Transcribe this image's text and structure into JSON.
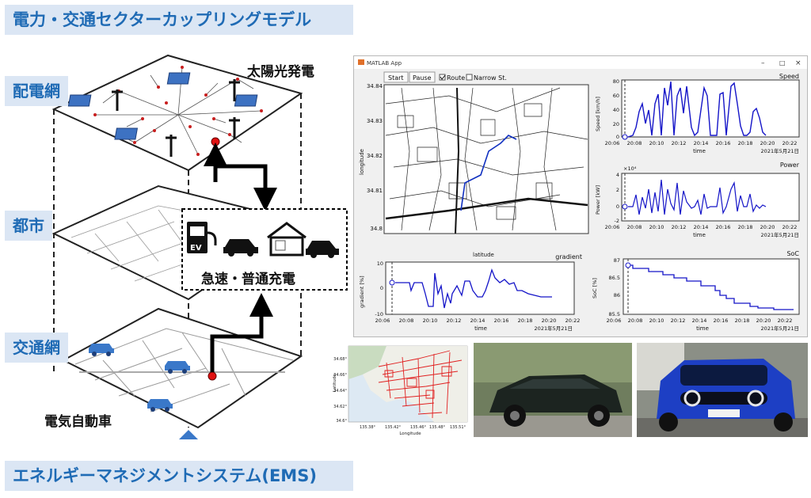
{
  "title": "電力・交通セクターカップリングモデル",
  "footer": "エネルギーマネジメントシステム(EMS)",
  "layers": {
    "grid": "配電網",
    "city": "都市",
    "traffic": "交通網"
  },
  "labels": {
    "solar": "太陽光発電",
    "charging": "急速・普通充電",
    "ev": "電気自動車",
    "ev_badge": "EV"
  },
  "app": {
    "title": "MATLAB App",
    "start": "Start",
    "pause": "Pause",
    "route": "Route",
    "narrow": "Narrow St.",
    "map_xlabel": "latitude",
    "map_ylabel": "longitude",
    "map_yticks": [
      "34.84",
      "34.83",
      "34.82",
      "34.81",
      "34.8"
    ],
    "time_ticks": [
      "20:06",
      "20:08",
      "20:10",
      "20:12",
      "20:14",
      "20:16",
      "20:18",
      "20:20",
      "20:22"
    ],
    "time_label": "time",
    "date": "2021年5月21日",
    "speed": {
      "title": "Speed",
      "ylabel": "Speed [km/h]",
      "yticks": [
        "80",
        "60",
        "40",
        "20",
        "0"
      ]
    },
    "power": {
      "title": "Power",
      "ylabel": "Power [kW]",
      "exp": "×10⁴",
      "yticks": [
        "4",
        "2",
        "0",
        "-2"
      ]
    },
    "gradient": {
      "title": "gradient",
      "ylabel": "gradient [%]",
      "yticks": [
        "10",
        "0",
        "-10"
      ]
    },
    "soc": {
      "title": "SoC",
      "ylabel": "SoC [%]",
      "yticks": [
        "87",
        "86.5",
        "86",
        "85.5"
      ]
    }
  },
  "kobe_map": {
    "xlabel": "Longitude",
    "ylabel": "Latitude",
    "xticks": [
      "135.38°",
      "135.42°",
      "135.46°",
      "135.48°",
      "135.51°"
    ],
    "yticks": [
      "34.68°",
      "34.66°",
      "34.64°",
      "34.62°",
      "34.6°"
    ]
  },
  "colors": {
    "accent": "#1f6bb5",
    "banner_bg": "#dbe6f4",
    "plot_line": "#1414c8",
    "route_red": "#e02020"
  }
}
